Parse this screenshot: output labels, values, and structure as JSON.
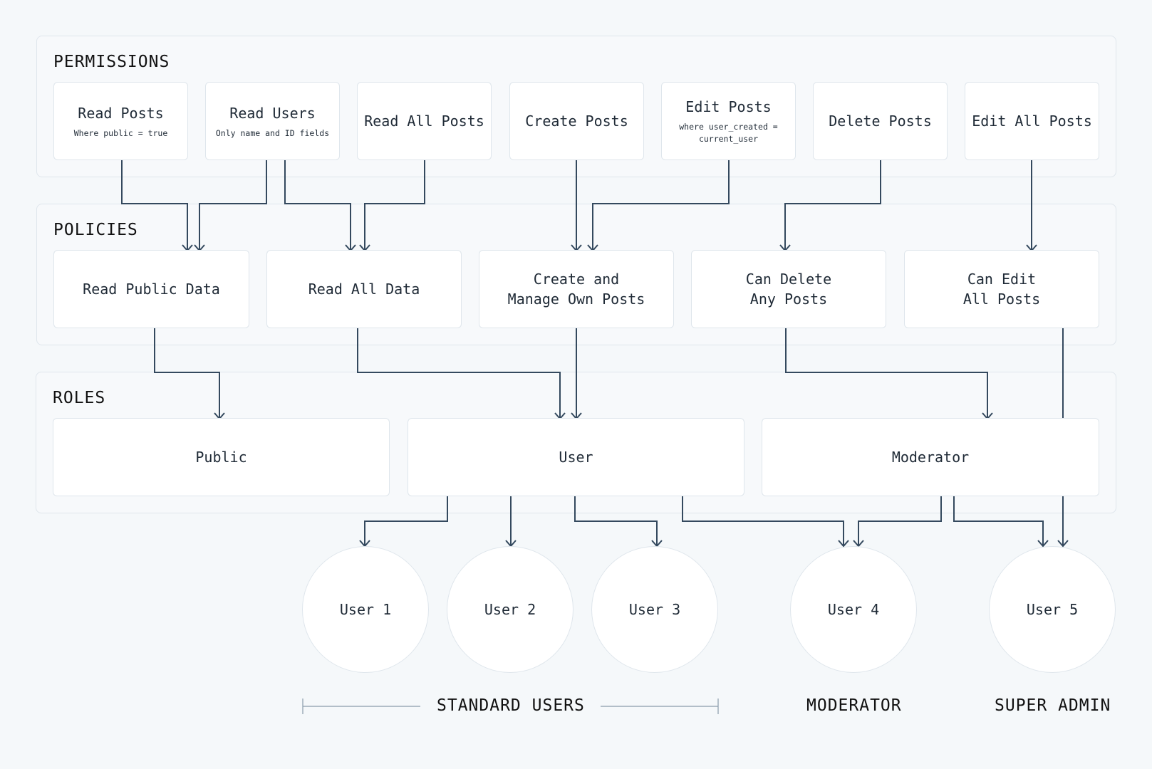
{
  "sections": {
    "permissions": "PERMISSIONS",
    "policies": "POLICIES",
    "roles": "ROLES"
  },
  "permissions": [
    {
      "label": "Read Posts",
      "note": "Where public = true"
    },
    {
      "label": "Read Users",
      "note": "Only name and ID fields"
    },
    {
      "label": "Read All Posts",
      "note": ""
    },
    {
      "label": "Create Posts",
      "note": ""
    },
    {
      "label": "Edit Posts",
      "note": "where user_created =\ncurrent_user"
    },
    {
      "label": "Delete Posts",
      "note": ""
    },
    {
      "label": "Edit All Posts",
      "note": ""
    }
  ],
  "policies": [
    {
      "label": "Read Public Data"
    },
    {
      "label": "Read All Data"
    },
    {
      "label": "Create and\nManage Own Posts"
    },
    {
      "label": "Can Delete\nAny Posts"
    },
    {
      "label": "Can Edit\nAll Posts"
    }
  ],
  "roles": [
    {
      "label": "Public"
    },
    {
      "label": "User"
    },
    {
      "label": "Moderator"
    }
  ],
  "users": [
    "User 1",
    "User 2",
    "User 3",
    "User 4",
    "User 5"
  ],
  "groups": {
    "standard": "STANDARD USERS",
    "moderator": "MODERATOR",
    "super_admin": "SUPER ADMIN"
  },
  "colors": {
    "connector": "#34495e",
    "border": "#dfe6ec",
    "background": "#f5f8fa"
  }
}
